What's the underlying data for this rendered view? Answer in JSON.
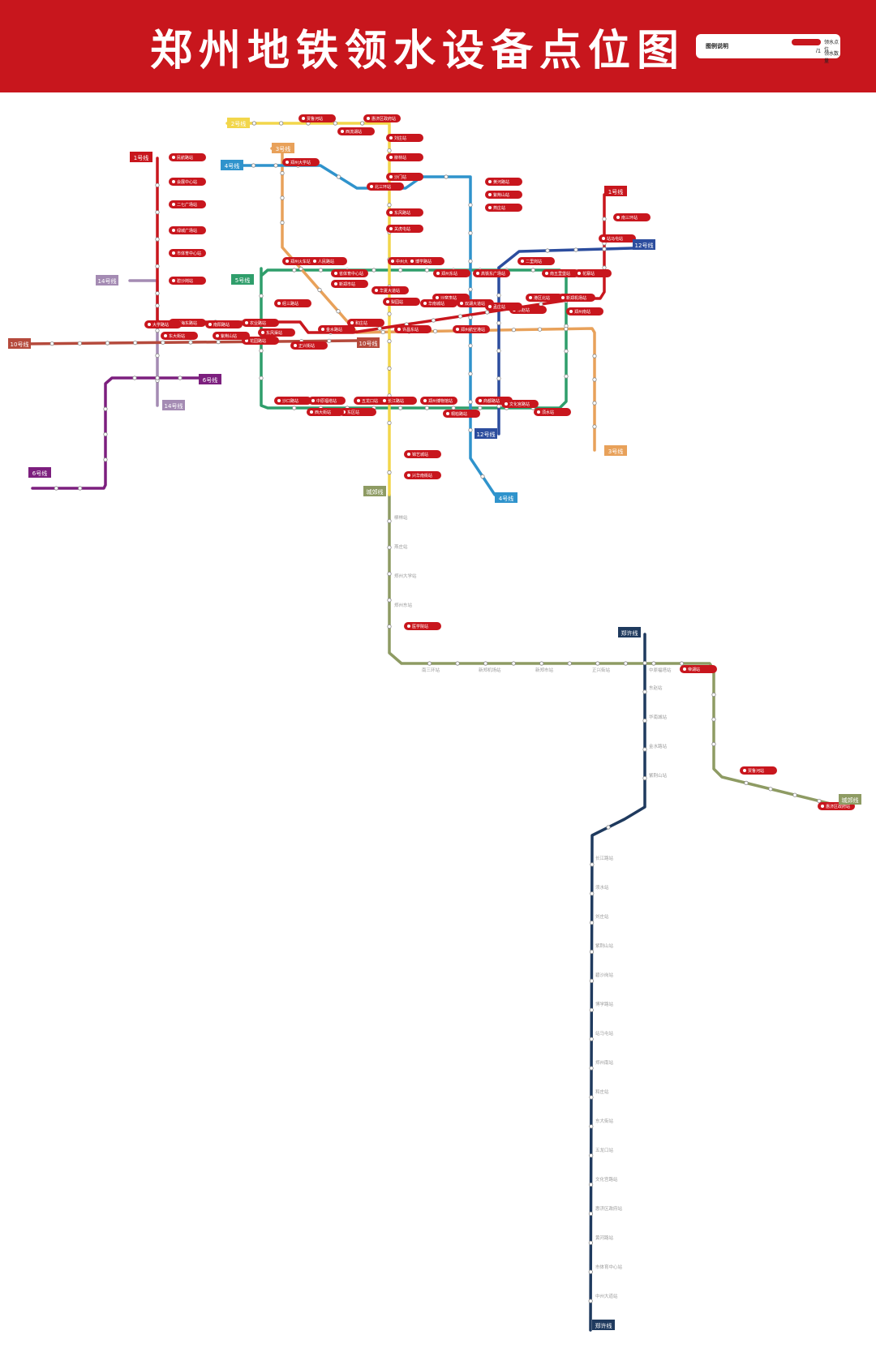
{
  "title": "郑州地铁领水设备点位图",
  "legend": {
    "title": "图例说明",
    "pin_label": "领水点位",
    "count_mark": "/1",
    "count_label": "领水数量"
  },
  "colors": {
    "header": "#c8161d",
    "pin": "#c8161d",
    "line1": "#c8161d",
    "line2": "#f2d64b",
    "line3": "#e8a15a",
    "line4": "#2f93cc",
    "line5": "#2f9e6b",
    "line6": "#7c1f7e",
    "line10": "#b54a3c",
    "line12": "#2c4d9e",
    "line14": "#a48bb3",
    "airport": "#8e9b63",
    "zhengxu": "#1f3a5e",
    "station": "#aaaaaa"
  },
  "lines": [
    {
      "id": "l1",
      "color": "line1",
      "label": "1号线"
    },
    {
      "id": "l1b",
      "color": "line1",
      "label": "1号线"
    },
    {
      "id": "l2",
      "color": "line2",
      "label": "2号线"
    },
    {
      "id": "l3",
      "color": "line3",
      "label": "3号线"
    },
    {
      "id": "l4",
      "color": "line4",
      "label": "4号线"
    },
    {
      "id": "l4b",
      "color": "line4",
      "label": "4号线"
    },
    {
      "id": "l5",
      "color": "line5",
      "label": "5号线"
    },
    {
      "id": "l6",
      "color": "line6",
      "label": "6号线"
    },
    {
      "id": "l6b",
      "color": "line6",
      "label": "6号线"
    },
    {
      "id": "l10",
      "color": "line10",
      "label": "10号线"
    },
    {
      "id": "l10b",
      "color": "line10",
      "label": "10号线"
    },
    {
      "id": "l12",
      "color": "line12",
      "label": "12号线"
    },
    {
      "id": "l12b",
      "color": "line12",
      "label": "12号线"
    },
    {
      "id": "l14",
      "color": "line14",
      "label": "14号线"
    },
    {
      "id": "l14b",
      "color": "line14",
      "label": "14号线"
    },
    {
      "id": "lair",
      "color": "airport",
      "label": "城郊线"
    },
    {
      "id": "lairb",
      "color": "airport",
      "label": "城郊线"
    },
    {
      "id": "lzx",
      "color": "zhengxu",
      "label": "郑许线"
    },
    {
      "id": "lzxb",
      "color": "zhengxu",
      "label": "郑许线"
    },
    {
      "id": "l3b",
      "color": "line3",
      "label": "3号线"
    }
  ],
  "stations": [
    "贾鲁河站",
    "惠济区政府站",
    "刘庄站",
    "柳林站",
    "沙门站",
    "北三环站",
    "东风路站",
    "关虎屯站",
    "黄河路站",
    "紫荆山站",
    "燕庄站",
    "民航路站",
    "会展中心站",
    "二七广场站",
    "绿城广场站",
    "市体育中心站",
    "碧沙岗站",
    "郑州大学站",
    "西流湖站",
    "郑州火车站",
    "人民路站",
    "省体育中心站",
    "中州大道站",
    "博学路站",
    "郑州东站",
    "高铁东广场站",
    "二里岗站",
    "南五里堡站",
    "花寨站",
    "南三环站",
    "站马屯站",
    "东赵站",
    "沙窝李站",
    "双湖大道站",
    "孟庄站",
    "港区北站",
    "新郑机场站",
    "郑州南站",
    "华南城站",
    "华夏大道站",
    "梨园站",
    "许昌东站",
    "郑州航空港站",
    "新郑市站",
    "和庄站",
    "金水路站",
    "经三路站",
    "农业路站",
    "花园路站",
    "东风渠站",
    "正兴街站",
    "东大街站",
    "紫荆山站",
    "陇海东路站",
    "大学路站",
    "南阳路站",
    "沙口路站",
    "中原福塔站",
    "五龙口站",
    "长江路站",
    "郑州博物馆站",
    "桐柏路站",
    "商都路站",
    "东区站",
    "西大街站",
    "文化宫路站",
    "须水站",
    "锦艺城站",
    "兴华南街站",
    "医学院站",
    "帝湖站"
  ]
}
